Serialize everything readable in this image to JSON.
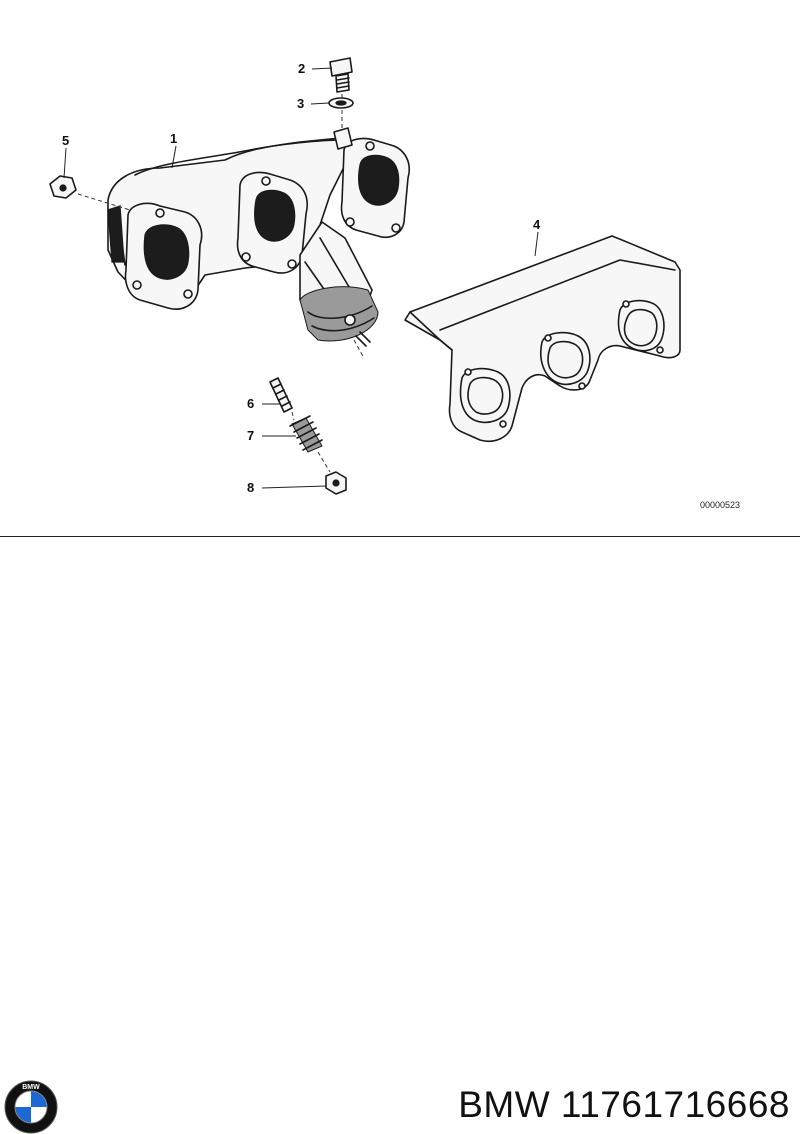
{
  "diagram": {
    "callouts": [
      {
        "id": "1",
        "label": "1"
      },
      {
        "id": "2",
        "label": "2"
      },
      {
        "id": "3",
        "label": "3"
      },
      {
        "id": "4",
        "label": "4"
      },
      {
        "id": "5",
        "label": "5"
      },
      {
        "id": "6",
        "label": "6"
      },
      {
        "id": "7",
        "label": "7"
      },
      {
        "id": "8",
        "label": "8"
      }
    ],
    "reference_code": "00000523"
  },
  "footer": {
    "logo_letters": "BMW",
    "part_title": "BMW 11761716668",
    "logo_colors": {
      "blue": "#1c69d4",
      "white": "#ffffff",
      "ring": "#111111"
    }
  }
}
